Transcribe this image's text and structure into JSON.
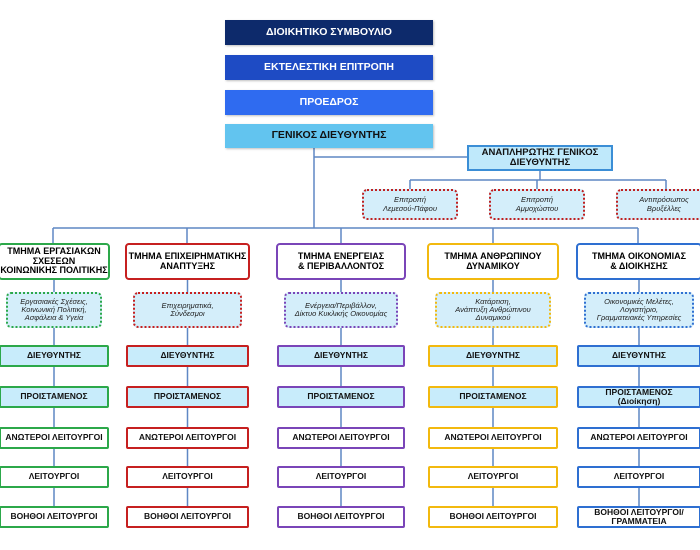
{
  "executive": {
    "board": "ΔΙΟΙΚΗΤΙΚΟ ΣΥΜΒΟΥΛΙΟ",
    "committee": "ΕΚΤΕΛΕΣΤΙΚΗ ΕΠΙΤΡΟΠΗ",
    "chairman": "ΠΡΟΕΔΡΟΣ",
    "gm": "ΓΕΝΙΚΟΣ ΔΙΕΥΘΥΝΤΗΣ",
    "deputy_gm": "ΑΝΑΠΛΗΡΩΤΗΣ ΓΕΝΙΚΟΣ\nΔΙΕΥΘΥΝΤΗΣ"
  },
  "committees": [
    "Επιτροπή\nΛεμεσού-Πάφου",
    "Επιτροπή\nΑμμοχώστου",
    "Αντιπρόσωπος\nΒρυξέλλες"
  ],
  "departments": [
    {
      "title": "ΤΜΗΜΑ ΕΡΓΑΣΙΑΚΩΝ\nΣΧΕΣΕΩΝ\nΚΟΙΝΩΝΙΚΗΣ ΠΟΛΙΤΙΚΗΣ",
      "subtitle": "Εργασιακές Σχέσεις,\nΚοινωνική Πολιτική,\nΑσφάλεια & Υγεία",
      "roles": [
        "ΔΙΕΥΘΥΝΤΗΣ",
        "ΠΡΟΙΣΤΑΜΕΝΟΣ",
        "ΑΝΩΤΕΡΟΙ ΛΕΙΤΟΥΡΓΟΙ",
        "ΛΕΙΤΟΥΡΓΟΙ",
        "ΒΟΗΘΟΙ ΛΕΙΤΟΥΡΓΟΙ"
      ]
    },
    {
      "title": "ΤΜΗΜΑ ΕΠΙΧΕΙΡΗΜΑΤΙΚΗΣ\nΑΝΑΠΤΥΞΗΣ",
      "subtitle": "Επιχειρηματικά,\nΣύνδεσμοι",
      "roles": [
        "ΔΙΕΥΘΥΝΤΗΣ",
        "ΠΡΟΙΣΤΑΜΕΝΟΣ",
        "ΑΝΩΤΕΡΟΙ ΛΕΙΤΟΥΡΓΟΙ",
        "ΛΕΙΤΟΥΡΓΟΙ",
        "ΒΟΗΘΟΙ ΛΕΙΤΟΥΡΓΟΙ"
      ]
    },
    {
      "title": "ΤΜΗΜΑ ΕΝΕΡΓΕΙΑΣ\n& ΠΕΡΙΒΑΛΛΟΝΤΟΣ",
      "subtitle": "Ενέργεια/Περιβάλλον,\nΔίκτυο Κυκλικής Οικονομίας",
      "roles": [
        "ΔΙΕΥΘΥΝΤΗΣ",
        "ΠΡΟΙΣΤΑΜΕΝΟΣ",
        "ΑΝΩΤΕΡΟΙ ΛΕΙΤΟΥΡΓΟΙ",
        "ΛΕΙΤΟΥΡΓΟΙ",
        "ΒΟΗΘΟΙ ΛΕΙΤΟΥΡΓΟΙ"
      ]
    },
    {
      "title": "ΤΜΗΜΑ ΑΝΘΡΩΠΙΝΟΥ\nΔΥΝΑΜΙΚΟΥ",
      "subtitle": "Κατάρτιση,\nΑνάπτυξη Ανθρώπινου\nΔυναμικού",
      "roles": [
        "ΔΙΕΥΘΥΝΤΗΣ",
        "ΠΡΟΙΣΤΑΜΕΝΟΣ",
        "ΑΝΩΤΕΡΟΙ ΛΕΙΤΟΥΡΓΟΙ",
        "ΛΕΙΤΟΥΡΓΟΙ",
        "ΒΟΗΘΟΙ ΛΕΙΤΟΥΡΓΟΙ"
      ]
    },
    {
      "title": "ΤΜΗΜΑ ΟΙΚΟΝΟΜΙΑΣ\n& ΔΙΟΙΚΗΣΗΣ",
      "subtitle": "Οικονομικές Μελέτες,\nΛογιστήριο,\nΓραμματειακές Υπηρεσίες",
      "roles": [
        "ΔΙΕΥΘΥΝΤΗΣ",
        "ΠΡΟΙΣΤΑΜΕΝΟΣ\n(Διοίκηση)",
        "ΑΝΩΤΕΡΟΙ ΛΕΙΤΟΥΡΓΟΙ",
        "ΛΕΙΤΟΥΡΓΟΙ",
        "ΒΟΗΘΟΙ ΛΕΙΤΟΥΡΓΟΙ/\nΓΡΑΜΜΑΤΕΙΑ"
      ]
    }
  ],
  "colors": {
    "board": "#0d2a6b",
    "committee": "#1e4bc4",
    "chairman": "#2f6bf0",
    "gm": "#62c4ef",
    "connector": "#5f87c4",
    "departments": [
      "#2ca84a",
      "#c62020",
      "#7a45b8",
      "#f2b90f",
      "#2e6fd1"
    ],
    "role_fills": [
      "#c8ecfb",
      "#c8ecfb",
      "#ffffff",
      "#ffffff",
      "#ffffff"
    ]
  }
}
